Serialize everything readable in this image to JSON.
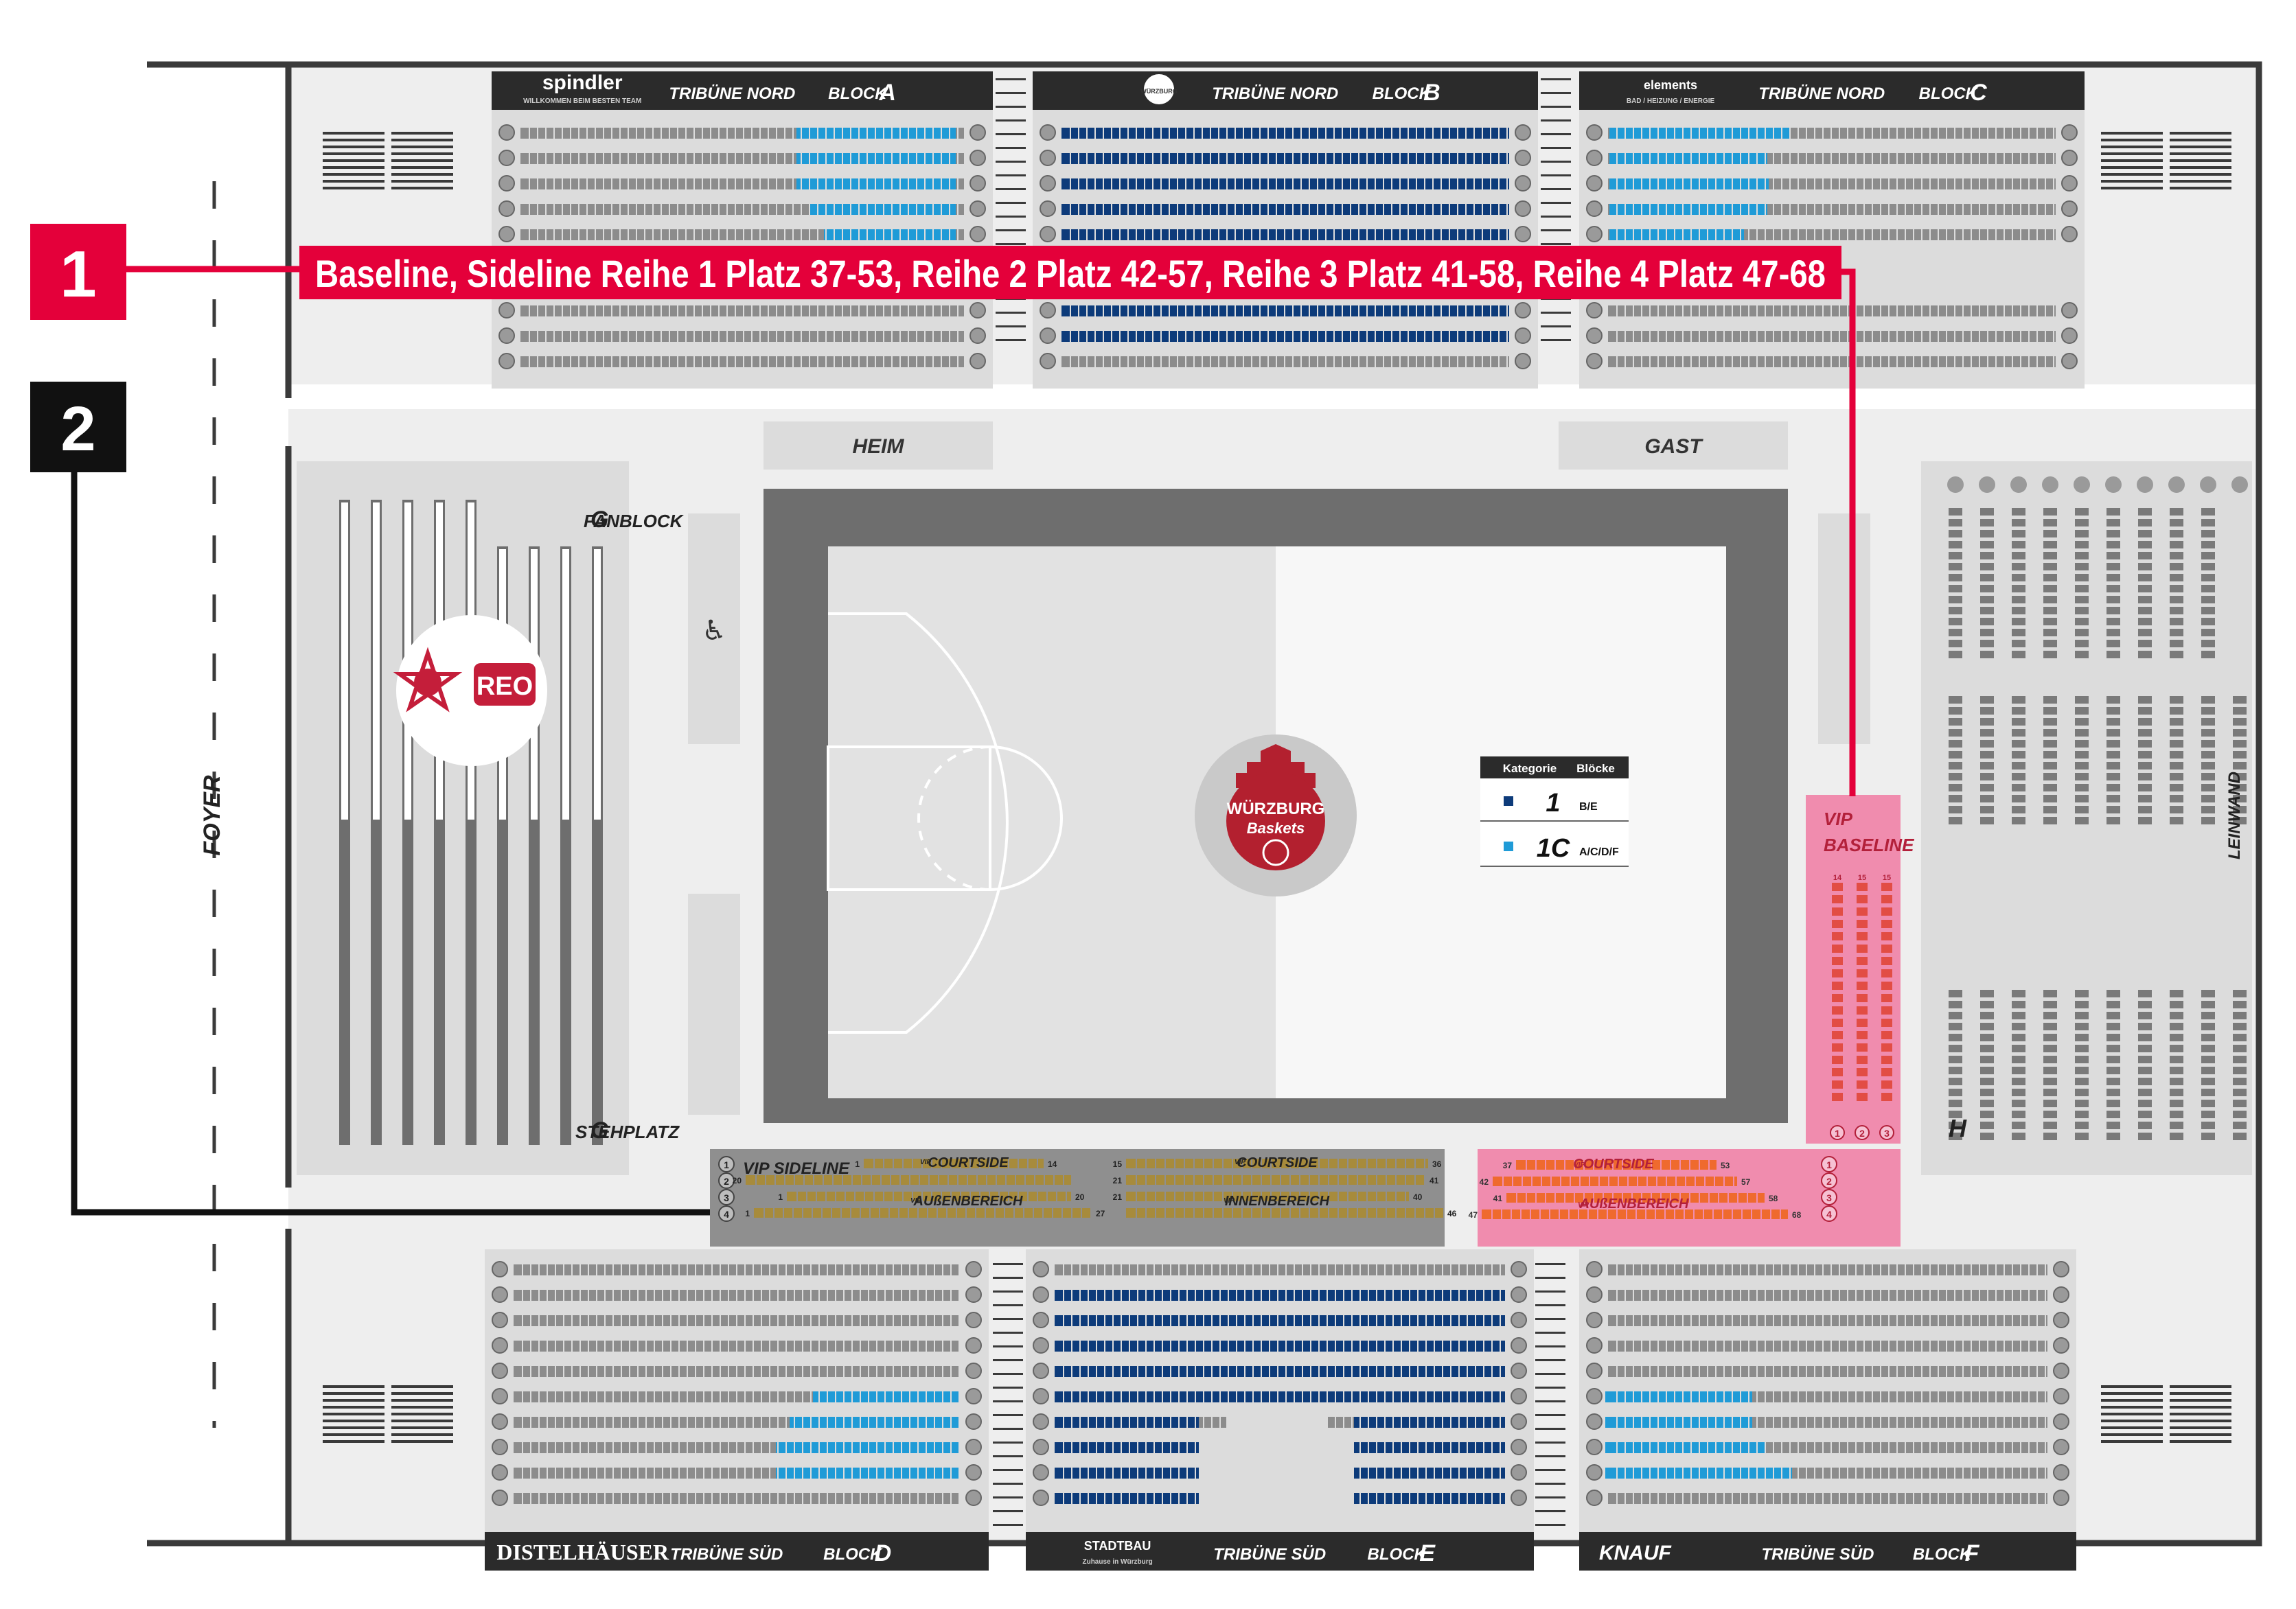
{
  "labels": {
    "tribune_nord": "TRIBÜNE NORD",
    "tribune_sued": "TRIBÜNE SÜD",
    "block": "BLOCK",
    "block_a": "A",
    "block_b": "B",
    "block_c": "C",
    "block_d": "D",
    "block_e": "E",
    "block_f": "F",
    "fanblock": "FANBLOCK",
    "fanblock_letter": "G",
    "stehplatz": "STEHPLATZ",
    "stehplatz_letter": "G",
    "foyer": "FOYER",
    "heim": "HEIM",
    "gast": "GAST",
    "leinwand": "LEINWAND",
    "block_h": "H",
    "vip_baseline_1": "VIP",
    "vip_baseline_2": "BASELINE",
    "vip_sideline": "VIP SIDELINE",
    "courtside": "COURTSIDE",
    "aussenbereich": "AUßENBEREICH",
    "innenbereich": "INNENBEREICH",
    "vip_small": "VIP",
    "disabled_icon": "wheelchair-icon"
  },
  "sponsors": {
    "spindler": "spindler",
    "spindler_sub": "WILLKOMMEN BEIM BESTEN TEAM",
    "elements": "elements",
    "elements_sub": "BAD / HEIZUNG / ENERGIE",
    "distelhaeuser": "DISTELHÄUSER",
    "stadtbau": "STADTBAU",
    "stadtbau_sub": "Zuhause in Würzburg",
    "knauf": "KNAUF",
    "wuerzburg": "WÜRZBURG",
    "baskets": "Baskets",
    "reo": "REO"
  },
  "legend": {
    "header_kategorie": "Kategorie",
    "header_bloecke": "Blöcke",
    "rows": [
      {
        "kategorie": "1",
        "bloecke": "B/E",
        "color": "#0d3b7a"
      },
      {
        "kategorie": "1C",
        "bloecke": "A/C/D/F",
        "color": "#1f9bd7"
      }
    ]
  },
  "callouts": [
    {
      "number": "1",
      "text": "Baseline, Sideline Reihe 1 Platz 37-53, Reihe 2 Platz 42-57, Reihe 3 Platz 41-58, Reihe 4 Platz 47-68",
      "color": "#e4003a"
    },
    {
      "number": "2",
      "color": "#111111"
    }
  ],
  "vip": {
    "sideline_rows": [
      "1",
      "2",
      "3",
      "4"
    ],
    "sideline_seat_numbers": {
      "s1a": "1",
      "s1b": "14",
      "s1c": "15",
      "s1d": "36",
      "s2a": "20",
      "s2b": "21",
      "s2c": "41",
      "s3a": "1",
      "s3b": "20",
      "s3c": "21",
      "s3d": "40",
      "s4a": "1",
      "s4b": "27",
      "s4c": "46"
    },
    "baseline_seat_numbers": {
      "b1a": "37",
      "b1b": "53",
      "b2a": "42",
      "b2b": "57",
      "b3a": "41",
      "b3b": "58",
      "b4a": "47",
      "b4b": "68"
    },
    "baseline_rows": [
      "1",
      "2",
      "3",
      "4"
    ],
    "baseline_cols": [
      "1",
      "2",
      "3"
    ],
    "baseline_col_tops": [
      "14",
      "15",
      "15"
    ]
  },
  "colors": {
    "cat1": "#0d3b7a",
    "cat1c": "#1f9bd7",
    "grey_seat": "#8c8c8c",
    "vip_gold": "#a78b3c",
    "vip_orange": "#ef6a2e",
    "vip_red": "#e24d44",
    "accent_red": "#e4003a",
    "vip_pink": "#f08cae"
  }
}
